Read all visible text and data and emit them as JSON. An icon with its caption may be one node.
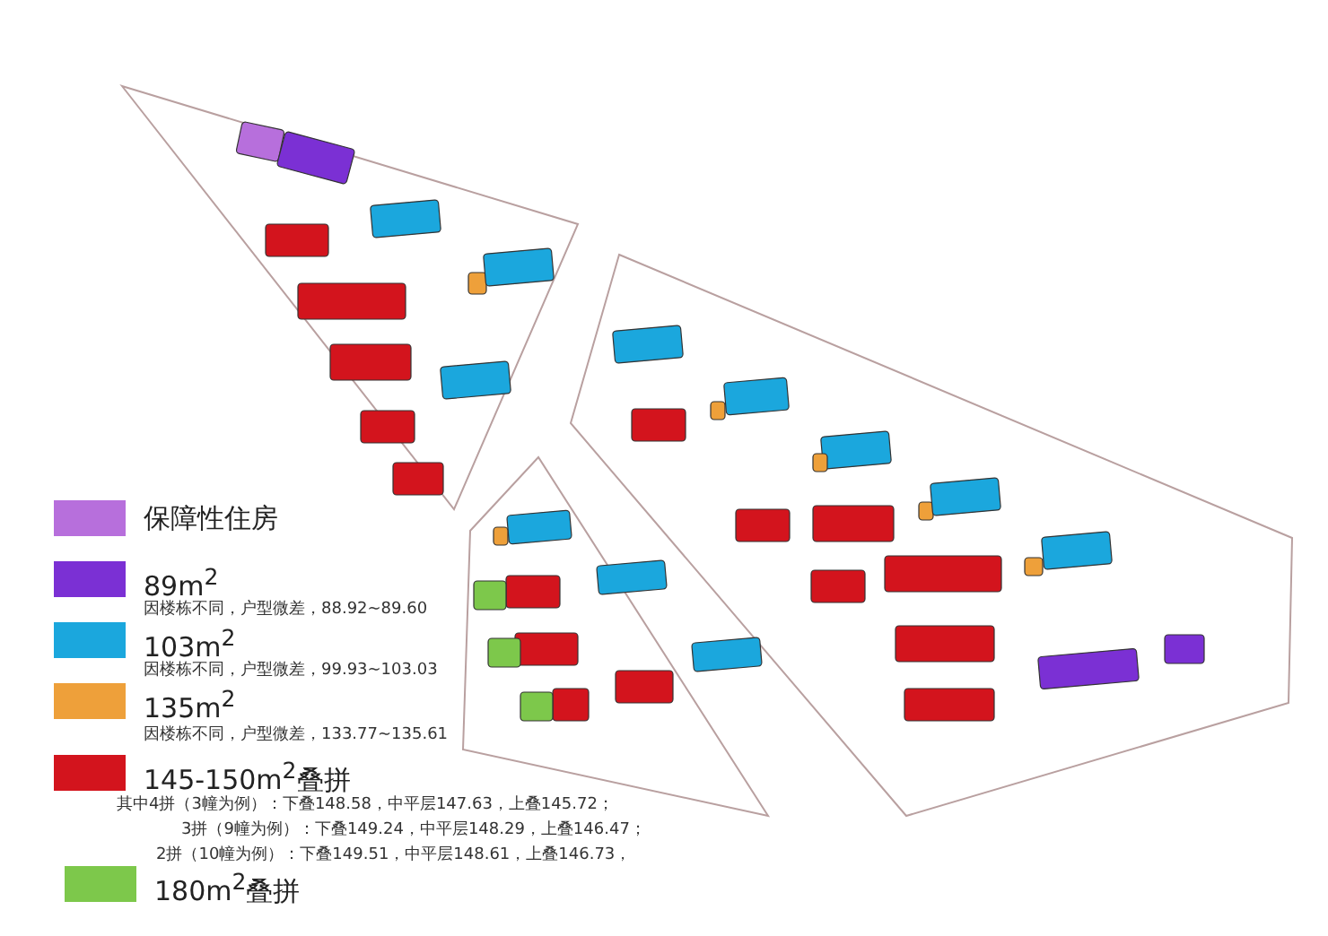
{
  "diagram": {
    "labels": [
      "因楼栋不同，户型微差，88.92~89.60",
      "因楼栋不同，户型微差，99.93~103.03",
      "因楼栋不同，户型微差，133.77~135.61",
      "其中4拼（3幢为例）：下叠148.58，中平层147.63，上叠145.72；",
      "3拼（9幢为例）：下叠149.24，中平层148.29，上叠146.47；",
      "2拼（10幢为例）：下叠149.51，中平层148.61，上叠146.73，"
    ],
    "legend": [
      {
        "text": "保障性住房",
        "color": "#b76fdc"
      },
      {
        "text": "89m$^{2}$",
        "color": "#7b30d4"
      },
      {
        "text": "103m$^{2}$",
        "color": "#1ba7dd"
      },
      {
        "text": "135m$^{2}$",
        "color": "#eea03a"
      },
      {
        "text": "145-150m$^{2}$叠拼",
        "color": "#d3141d"
      },
      {
        "text": "180m$^{2}$叠拼",
        "color": "#7dc84b"
      }
    ]
  }
}
